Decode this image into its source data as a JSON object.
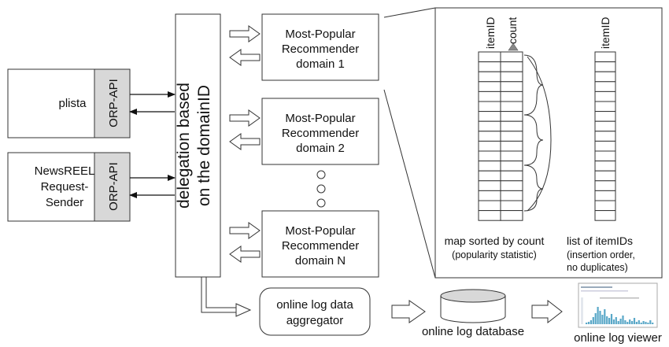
{
  "clients": {
    "plista": {
      "label": "plista",
      "api": "ORP-API"
    },
    "newsreel": {
      "lines": [
        "NewsREEL",
        "Request-",
        "Sender"
      ],
      "api": "ORP-API"
    }
  },
  "delegation": {
    "lines": [
      "delegation based",
      "on the domainID"
    ]
  },
  "recommenders": [
    {
      "lines": [
        "Most-Popular",
        "Recommender",
        "domain 1"
      ]
    },
    {
      "lines": [
        "Most-Popular",
        "Recommender",
        "domain 2"
      ]
    },
    {
      "lines": [
        "Most-Popular",
        "Recommender",
        "domain N"
      ]
    }
  ],
  "detail": {
    "map_headers": [
      "itemID",
      "count"
    ],
    "list_header": "itemID",
    "map_caption": [
      "map sorted by count",
      "(popularity statistic)"
    ],
    "list_caption": [
      "list of itemIDs",
      "(insertion order,",
      "no duplicates)"
    ]
  },
  "pipeline": {
    "aggregator": [
      "online log data",
      "aggregator"
    ],
    "database": "online log database",
    "viewer": "online log viewer"
  }
}
